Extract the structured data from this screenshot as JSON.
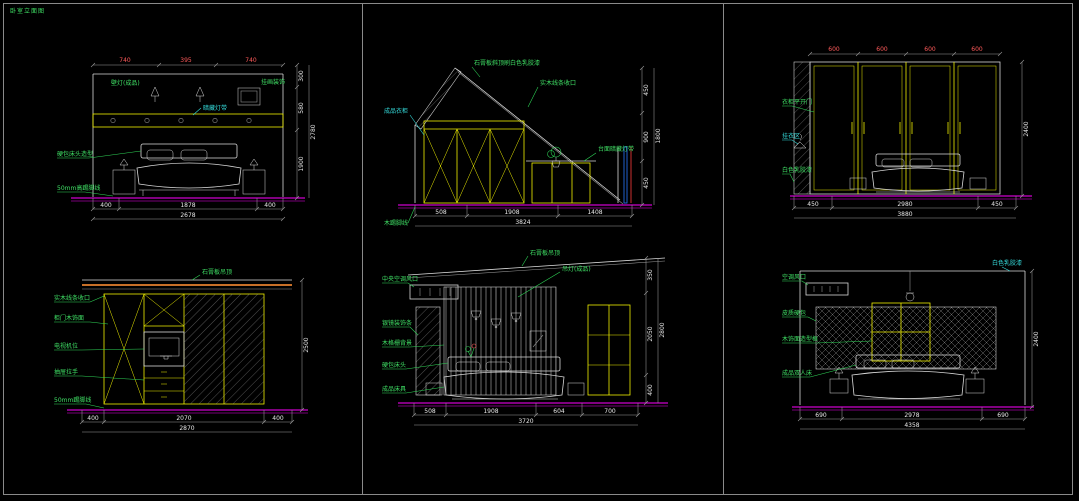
{
  "sheet": {
    "label": "卧室立面图",
    "background": "#000000",
    "line_color": "#d9d9d9",
    "cabinet_color": "#f0f000",
    "floor_line_color": "#ff00ff",
    "dim_text_color": "#ff5a5a",
    "annotation_color": "#3fe065"
  },
  "panels": [
    {
      "dims_top": [
        "740",
        "395",
        "740"
      ],
      "dims_bottom": [
        "400",
        "1878",
        "400"
      ],
      "dim_total": "2678",
      "dims_right": [
        "300",
        "580",
        "1900"
      ],
      "dim_right_total": "2780",
      "annotations": [
        "壁灯(成品)",
        "挂画装饰",
        "暗藏灯带",
        "硬包床头造型",
        "50mm高踢脚线"
      ]
    },
    {
      "annotations": [
        "石膏板斜顶刷白色乳胶漆",
        "实木线条收口",
        "成品衣柜",
        "台面暗藏灯带",
        "木踢脚线"
      ],
      "dims_bottom": [
        "508",
        "1908",
        "1408"
      ],
      "dim_total": "3824",
      "dims_right": [
        "450",
        "900",
        "450"
      ],
      "dim_right_total": "1800"
    },
    {
      "dims_top": [
        "600",
        "600",
        "600",
        "600"
      ],
      "annotations": [
        "衣柜平开门",
        "挂衣区",
        "白色乳胶漆"
      ],
      "dims_bottom": [
        "450",
        "2980",
        "450"
      ],
      "dim_total": "3880",
      "dims_right": [
        "2400"
      ]
    },
    {
      "annotations": [
        "石膏板吊顶",
        "实木线条收口",
        "柜门木饰面",
        "电视机位",
        "抽屉拉手",
        "50mm踢脚线"
      ],
      "dims_bottom": [
        "400",
        "2070",
        "400"
      ],
      "dim_total": "2870",
      "dims_right": [
        "2500"
      ]
    },
    {
      "annotations": [
        "中央空调风口",
        "石膏板吊顶",
        "吊灯(成品)",
        "银镜装饰条",
        "木格栅背景",
        "硬包床头",
        "成品床具"
      ],
      "dims_bottom": [
        "508",
        "1908",
        "604",
        "700"
      ],
      "dim_total": "3720",
      "dims_right": [
        "350",
        "2050",
        "400"
      ],
      "dim_right_total": "2800"
    },
    {
      "annotations": [
        "空调风口",
        "白色乳胶漆",
        "皮质硬包",
        "木饰面造型框",
        "成品双人床"
      ],
      "dims_bottom": [
        "690",
        "2978",
        "690"
      ],
      "dim_total": "4358",
      "dims_right": [
        "2400"
      ]
    }
  ]
}
